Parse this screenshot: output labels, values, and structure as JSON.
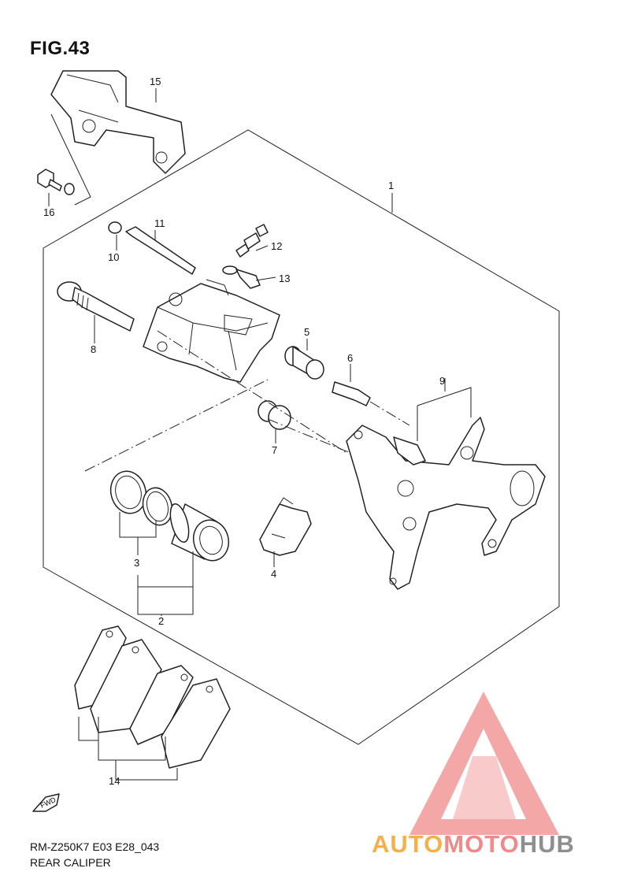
{
  "figure": {
    "title": "FIG.43"
  },
  "callouts": [
    {
      "id": "c1",
      "label": "1"
    },
    {
      "id": "c2",
      "label": "2"
    },
    {
      "id": "c3",
      "label": "3"
    },
    {
      "id": "c4",
      "label": "4"
    },
    {
      "id": "c5",
      "label": "5"
    },
    {
      "id": "c6",
      "label": "6"
    },
    {
      "id": "c7",
      "label": "7"
    },
    {
      "id": "c8",
      "label": "8"
    },
    {
      "id": "c9",
      "label": "9"
    },
    {
      "id": "c10",
      "label": "10"
    },
    {
      "id": "c11",
      "label": "11"
    },
    {
      "id": "c12",
      "label": "12"
    },
    {
      "id": "c13",
      "label": "13"
    },
    {
      "id": "c14",
      "label": "14"
    },
    {
      "id": "c15",
      "label": "15"
    },
    {
      "id": "c16",
      "label": "16"
    }
  ],
  "fwd_label": "FWD",
  "footer": {
    "code": "RM-Z250K7 E03 E28_043",
    "name": "REAR CALIPER"
  },
  "watermark": {
    "part1": "AUTO",
    "part2": "MOTO",
    "part3": "HUB",
    "colors": {
      "triangle": "#f08a8a",
      "auto": "#f5b04a",
      "moto": "#f08a8a",
      "hub": "#8f8f8f"
    }
  }
}
